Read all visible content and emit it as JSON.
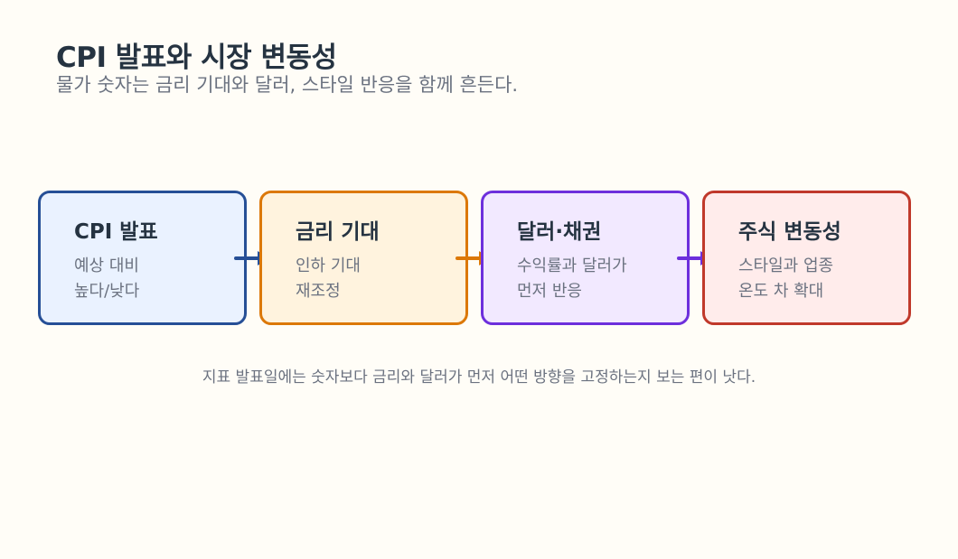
{
  "title": "CPI 발표와 시장 변동성",
  "subtitle": "물가 숫자는 금리 기대와 달러, 스타일 반응을 함께 흔든다.",
  "boxes": [
    {
      "title": "CPI 발표",
      "line1": "예상 대비",
      "line2": "높다/낮다",
      "border": "#264f96",
      "fill": "#eaf2ff"
    },
    {
      "title": "금리 기대",
      "line1": "인하 기대",
      "line2": "재조정",
      "border": "#dc7808",
      "fill": "#fff3de"
    },
    {
      "title": "달러·채권",
      "line1": "수익률과 달러가",
      "line2": "먼저 반응",
      "border": "#6d2fdc",
      "fill": "#f2e9ff"
    },
    {
      "title": "주식 변동성",
      "line1": "스타일과 업종",
      "line2": "온도 차 확대",
      "border": "#c0392b",
      "fill": "#ffeceb"
    }
  ],
  "footer": "지표 발표일에는 숫자보다 금리와 달러가 먼저 어떤 방향을 고정하는지 보는 편이 낫다."
}
